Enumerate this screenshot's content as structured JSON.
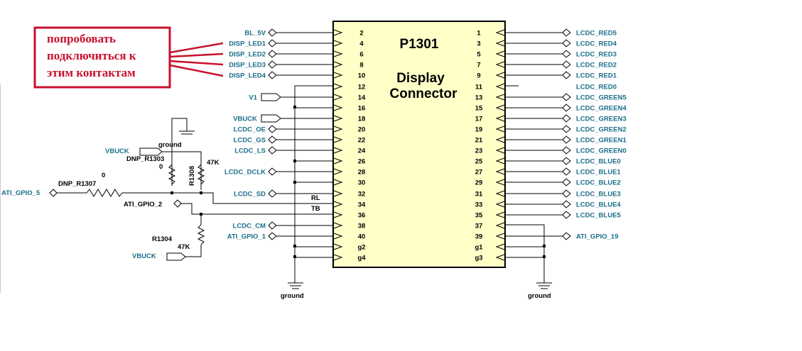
{
  "note": {
    "lines": [
      "попробовать",
      "подключиться к",
      "этим контактам"
    ],
    "color": "#c8102e"
  },
  "connector": {
    "ref": "P1301",
    "title_line1": "Display",
    "title_line2": "Connector",
    "body_color": "#ffffc8"
  },
  "left_pins": [
    {
      "pin": "2",
      "net": "BL_5V"
    },
    {
      "pin": "4",
      "net": "DISP_LED1"
    },
    {
      "pin": "6",
      "net": "DISP_LED2"
    },
    {
      "pin": "8",
      "net": "DISP_LED3"
    },
    {
      "pin": "10",
      "net": "DISP_LED4"
    },
    {
      "pin": "12",
      "net": ""
    },
    {
      "pin": "14",
      "net": "V1"
    },
    {
      "pin": "16",
      "net": ""
    },
    {
      "pin": "18",
      "net": "VBUCK"
    },
    {
      "pin": "20",
      "net": "LCDC_OE"
    },
    {
      "pin": "22",
      "net": "LCDC_GS"
    },
    {
      "pin": "24",
      "net": "LCDC_LS"
    },
    {
      "pin": "26",
      "net": ""
    },
    {
      "pin": "28",
      "net": "LCDC_DCLK"
    },
    {
      "pin": "30",
      "net": ""
    },
    {
      "pin": "32",
      "net": "LCDC_SD"
    },
    {
      "pin": "34",
      "net": ""
    },
    {
      "pin": "36",
      "net": ""
    },
    {
      "pin": "38",
      "net": "LCDC_CM"
    },
    {
      "pin": "40",
      "net": "ATI_GPIO_1"
    },
    {
      "pin": "g2",
      "net": ""
    },
    {
      "pin": "g4",
      "net": ""
    }
  ],
  "right_pins": [
    {
      "pin": "1",
      "net": "LCDC_RED5"
    },
    {
      "pin": "3",
      "net": "LCDC_RED4"
    },
    {
      "pin": "5",
      "net": "LCDC_RED3"
    },
    {
      "pin": "7",
      "net": "LCDC_RED2"
    },
    {
      "pin": "9",
      "net": "LCDC_RED1"
    },
    {
      "pin": "11",
      "net": "LCDC_RED0"
    },
    {
      "pin": "13",
      "net": "LCDC_GREEN5"
    },
    {
      "pin": "15",
      "net": "LCDC_GREEN4"
    },
    {
      "pin": "17",
      "net": "LCDC_GREEN3"
    },
    {
      "pin": "19",
      "net": "LCDC_GREEN2"
    },
    {
      "pin": "21",
      "net": "LCDC_GREEN1"
    },
    {
      "pin": "23",
      "net": "LCDC_GREEN0"
    },
    {
      "pin": "25",
      "net": "LCDC_BLUE0"
    },
    {
      "pin": "27",
      "net": "LCDC_BLUE1"
    },
    {
      "pin": "29",
      "net": "LCDC_BLUE2"
    },
    {
      "pin": "31",
      "net": "LCDC_BLUE3"
    },
    {
      "pin": "33",
      "net": "LCDC_BLUE4"
    },
    {
      "pin": "35",
      "net": "LCDC_BLUE5"
    },
    {
      "pin": "37",
      "net": ""
    },
    {
      "pin": "39",
      "net": "ATI_GPIO_19"
    },
    {
      "pin": "g1",
      "net": ""
    },
    {
      "pin": "g3",
      "net": ""
    }
  ],
  "labels": {
    "rl": "RL",
    "tb": "TB",
    "ground_left": "ground",
    "ground_right": "ground",
    "ground_top": "ground",
    "vbuck_top": "VBUCK",
    "vbuck_bottom": "VBUCK",
    "dnp_r1303": "DNP_R1303",
    "r1303_val": "0",
    "r1308": "R1308",
    "r1308_val": "47K",
    "dnp_r1307": "DNP_R1307",
    "r1307_val": "0",
    "ati_gpio_5": "ATI_GPIO_5",
    "ati_gpio_2": "ATI_GPIO_2",
    "r1304": "R1304",
    "r1304_val": "47K"
  }
}
